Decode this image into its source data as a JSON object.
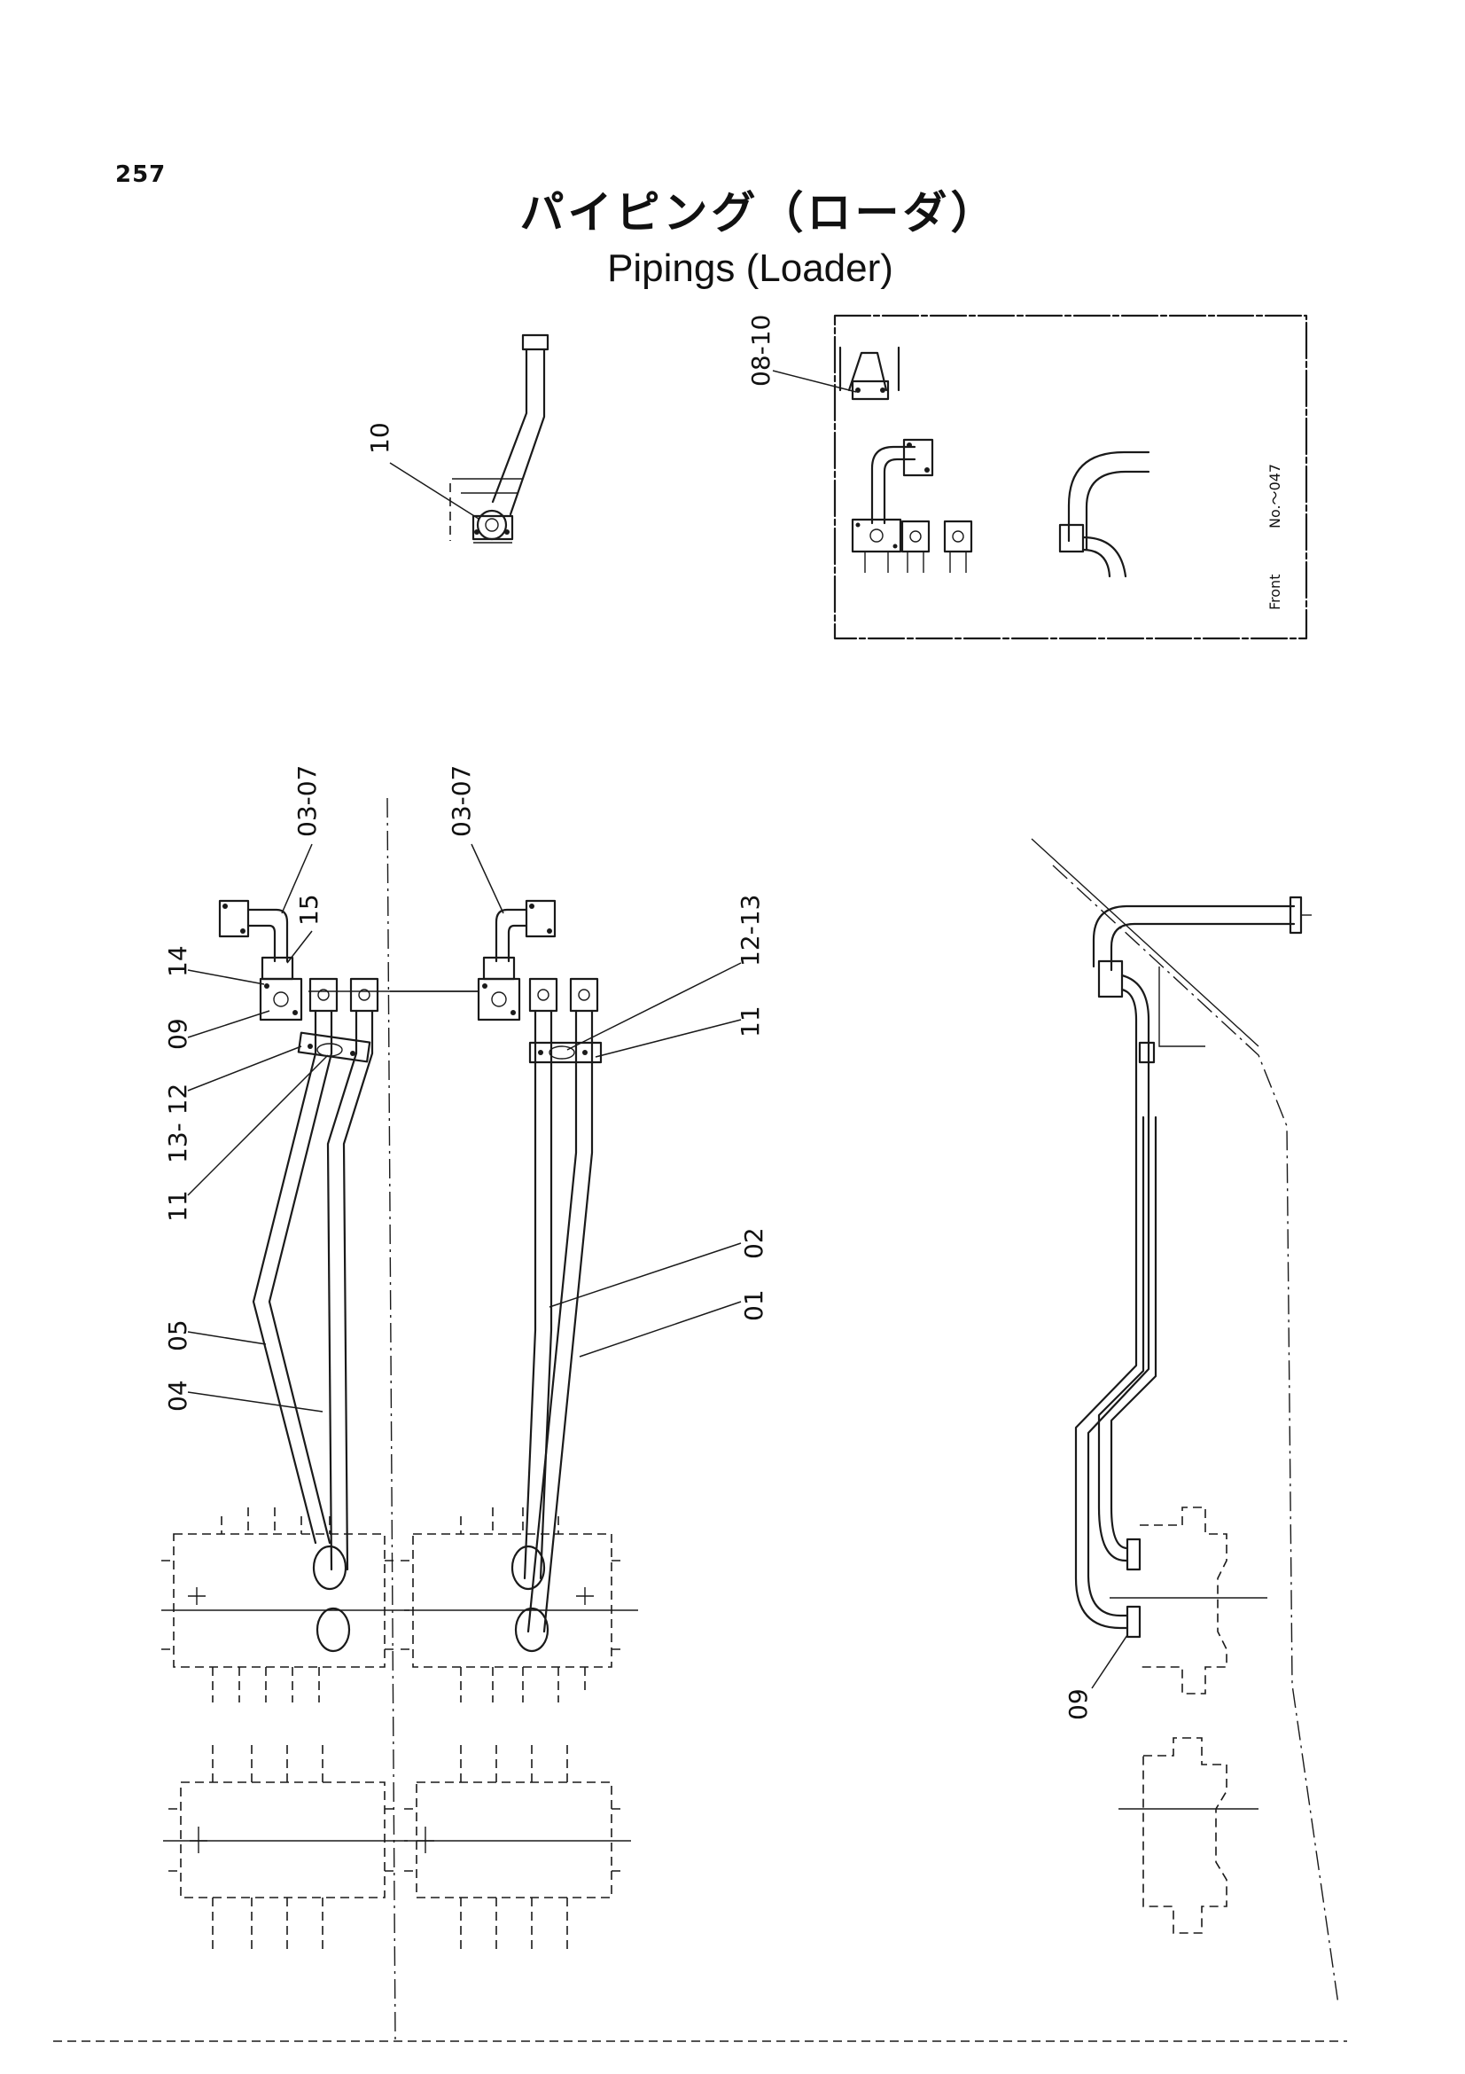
{
  "header": {
    "page_number": "257",
    "title_jp": "パイピング（ローダ）",
    "title_en": "Pipings (Loader)"
  },
  "callouts": {
    "top_detail": "10",
    "inset": "08-10",
    "left_03_07": "03-07",
    "left_15": "15",
    "left_14": "14",
    "left_09": "09",
    "left_13_12": "13- 12",
    "left_11": "11",
    "left_05": "05",
    "left_04": "04",
    "mid_03_07": "03-07",
    "mid_12_13": "12-13",
    "mid_11": "11",
    "mid_02": "02",
    "mid_01": "01",
    "side_09": "09"
  },
  "inset_note": {
    "front": "Front",
    "number": "No.～047"
  }
}
